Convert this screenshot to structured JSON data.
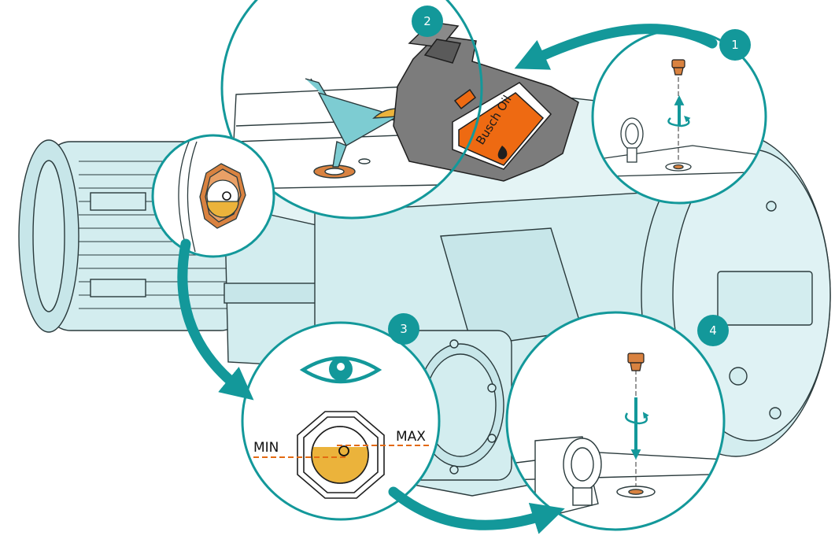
{
  "steps": [
    {
      "number": "1",
      "action": "remove-oil-fill-plug"
    },
    {
      "number": "2",
      "action": "fill-oil"
    },
    {
      "number": "3",
      "action": "check-oil-level"
    },
    {
      "number": "4",
      "action": "refit-oil-fill-plug"
    }
  ],
  "oil_container": {
    "brand_label": "Busch Oil"
  },
  "sight_glass": {
    "min_label": "MIN",
    "max_label": "MAX"
  },
  "colors": {
    "teal": "#13989A",
    "pump_body": "#D3EDEF",
    "oil": "#EBB33B",
    "plug": "#D98240",
    "container": "#7C7C7C",
    "container_label": "#EE6A12",
    "funnel": "#7DCCD2"
  },
  "icons": [
    "eye-icon",
    "rotate-arrow-icon",
    "oil-drop-icon",
    "busch-logo-icon"
  ]
}
